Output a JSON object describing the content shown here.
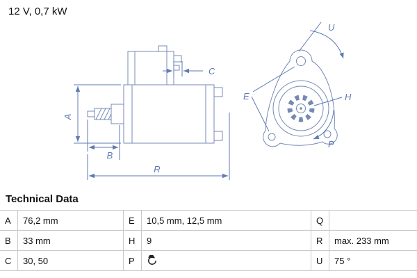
{
  "header": {
    "spec": "12 V, 0,7 kW"
  },
  "diagram": {
    "description": "starter-motor technical drawing, side view and mounting-flange front view",
    "labels": {
      "a": "A",
      "b": "B",
      "c": "C",
      "r": "R",
      "u": "U",
      "e": "E",
      "h": "H",
      "p": "P"
    },
    "colors": {
      "line": "#7589b6",
      "label": "#5d79b4"
    }
  },
  "table": {
    "title": "Technical Data",
    "rows": [
      [
        {
          "key": "A",
          "value": "76,2 mm"
        },
        {
          "key": "E",
          "value": "10,5 mm, 12,5 mm"
        },
        {
          "key": "Q",
          "value": ""
        }
      ],
      [
        {
          "key": "B",
          "value": "33 mm"
        },
        {
          "key": "H",
          "value": "9"
        },
        {
          "key": "R",
          "value": "max. 233 mm"
        }
      ],
      [
        {
          "key": "C",
          "value": "30, 50"
        },
        {
          "key": "P",
          "value": "",
          "icon": "rotation-clockwise-icon"
        },
        {
          "key": "U",
          "value": "75 °"
        }
      ]
    ]
  }
}
